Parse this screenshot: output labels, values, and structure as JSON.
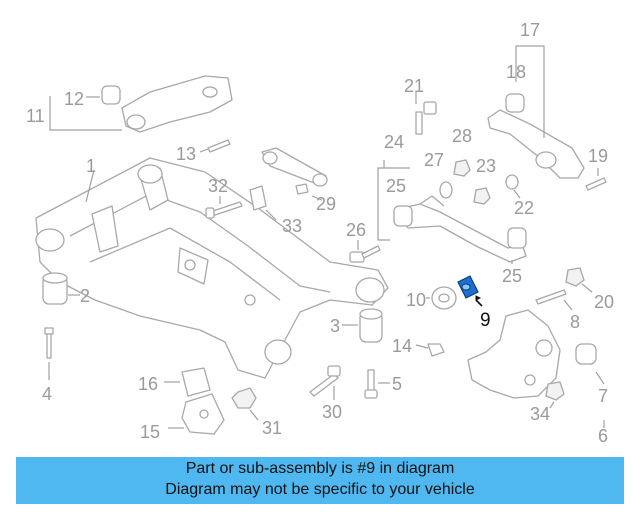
{
  "diagram": {
    "callouts": {
      "c1": "1",
      "c2": "2",
      "c3": "3",
      "c4": "4",
      "c5": "5",
      "c6": "6",
      "c7": "7",
      "c8": "8",
      "c9": "9",
      "c10": "10",
      "c11": "11",
      "c12": "12",
      "c13": "13",
      "c14": "14",
      "c15": "15",
      "c16": "16",
      "c17": "17",
      "c18": "18",
      "c19": "19",
      "c20": "20",
      "c21": "21",
      "c22": "22",
      "c23": "23",
      "c24": "24",
      "c25a": "25",
      "c25b": "25",
      "c26": "26",
      "c27": "27",
      "c28": "28",
      "c29": "29",
      "c30": "30",
      "c31": "31",
      "c32": "32",
      "c33": "33",
      "c34": "34"
    },
    "highlighted_part": "9",
    "highlight_color": "#1e6fd0",
    "line_color": "#a8a8a8"
  },
  "banner": {
    "line1": "Part or sub-assembly is #9 in diagram",
    "line2": "Diagram may not be specific to your vehicle",
    "color": "#4fb8f0"
  }
}
